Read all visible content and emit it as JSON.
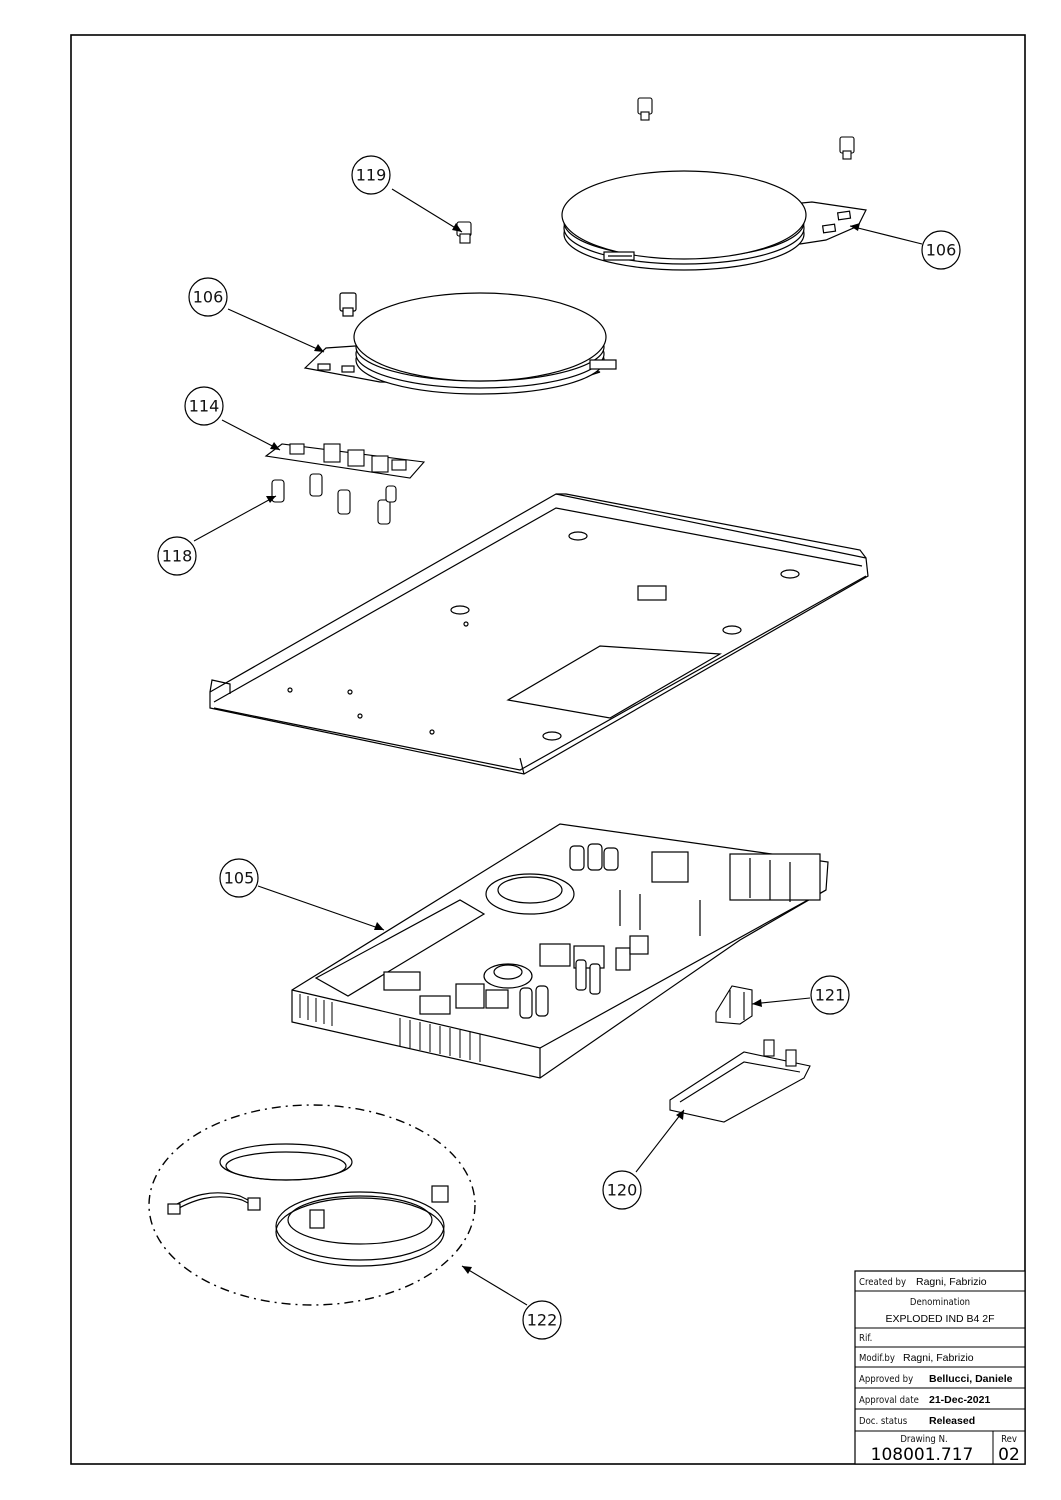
{
  "callouts": [
    {
      "id": "c119a",
      "label": "119"
    },
    {
      "id": "c106a",
      "label": "106"
    },
    {
      "id": "c106b",
      "label": "106"
    },
    {
      "id": "c114",
      "label": "114"
    },
    {
      "id": "c118",
      "label": "118"
    },
    {
      "id": "c105",
      "label": "105"
    },
    {
      "id": "c121",
      "label": "121"
    },
    {
      "id": "c120",
      "label": "120"
    },
    {
      "id": "c122",
      "label": "122"
    }
  ],
  "title_block": {
    "created_label": "Created by",
    "created_value": "Ragni, Fabrizio",
    "denomination_label": "Denomination",
    "denomination_value": "EXPLODED IND B4 2F",
    "rif_label": "Rif.",
    "modified_label": "Modif.by",
    "modified_value": "Ragni, Fabrizio",
    "approved_label": "Approved by",
    "approved_value": "Bellucci, Daniele",
    "approval_date_label": "Approval date",
    "approval_date_value": "21-Dec-2021",
    "doc_status_label": "Doc. status",
    "doc_status_value": "Released",
    "drawing_label": "Drawing N.",
    "drawing_value": "108001.717",
    "rev_label": "Rev",
    "rev_value": "02"
  }
}
